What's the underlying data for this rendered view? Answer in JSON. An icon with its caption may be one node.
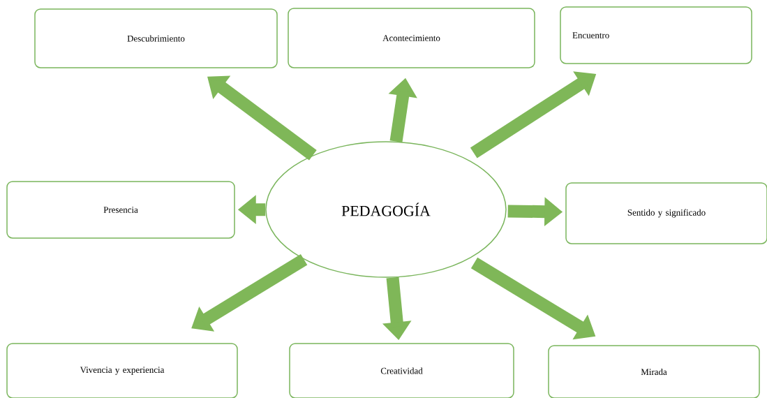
{
  "diagram": {
    "nodes": [
      {
        "text": [
          "Descubrimiento"
        ]
      },
      {
        "text": [
          "Acontecimiento"
        ]
      },
      {
        "text": [
          "Encuentro"
        ]
      },
      {
        "text": [
          "Presencia"
        ]
      },
      {
        "text": [
          "PEDAGOGÍA"
        ]
      },
      {
        "text": [
          "Sentido y significado"
        ]
      },
      {
        "text": [
          "Vivencia y experiencia"
        ]
      },
      {
        "text": [
          "Creatividad"
        ]
      },
      {
        "text": [
          "Mirada"
        ]
      }
    ],
    "edges": [
      {
        "from": 4,
        "to": 0,
        "arrow": "to"
      },
      {
        "from": 4,
        "to": 1,
        "arrow": "to"
      },
      {
        "from": 4,
        "to": 2,
        "arrow": "to"
      },
      {
        "from": 4,
        "to": 3,
        "arrow": "to"
      },
      {
        "from": 4,
        "to": 5,
        "arrow": "to"
      },
      {
        "from": 4,
        "to": 6,
        "arrow": "to"
      },
      {
        "from": 4,
        "to": 7,
        "arrow": "to"
      },
      {
        "from": 4,
        "to": 8,
        "arrow": "to"
      }
    ]
  }
}
